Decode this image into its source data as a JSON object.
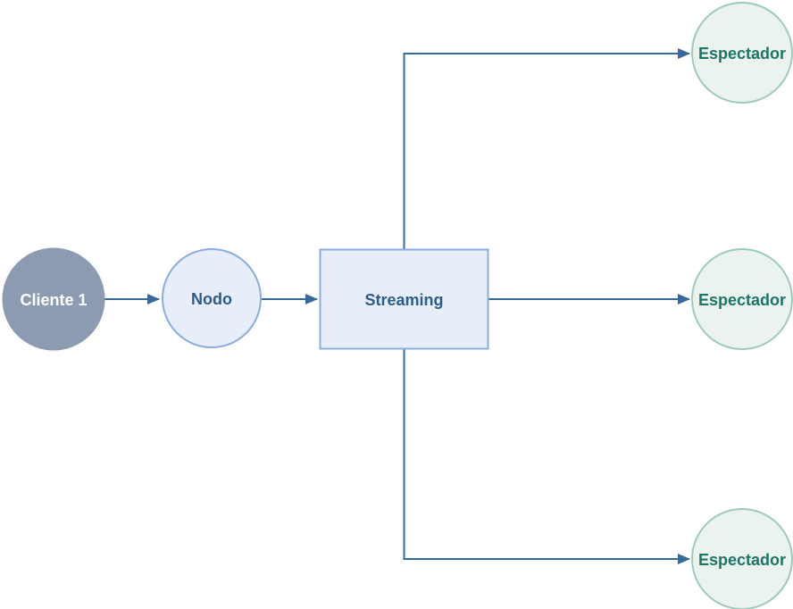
{
  "diagram": {
    "type": "flow-diagram",
    "background": "#ffffff",
    "nodes": {
      "cliente": {
        "label": "Cliente 1",
        "shape": "circle",
        "fill": "#8c9bb1",
        "text_color": "#ffffff"
      },
      "nodo": {
        "label": "Nodo",
        "shape": "circle",
        "fill": "#e8eef9",
        "stroke": "#8badde",
        "text_color": "#2e5c8a"
      },
      "streaming": {
        "label": "Streaming",
        "shape": "rectangle",
        "fill": "#e8eef9",
        "stroke": "#8badde",
        "text_color": "#2e5c8a"
      },
      "espectador_top": {
        "label": "Espectador",
        "shape": "circle",
        "fill": "#eaf3ee",
        "stroke": "#9fcaba",
        "text_color": "#1e7465"
      },
      "espectador_middle": {
        "label": "Espectador",
        "shape": "circle",
        "fill": "#eaf3ee",
        "stroke": "#9fcaba",
        "text_color": "#1e7465"
      },
      "espectador_bottom": {
        "label": "Espectador",
        "shape": "circle",
        "fill": "#eaf3ee",
        "stroke": "#9fcaba",
        "text_color": "#1e7465"
      }
    },
    "edges": [
      {
        "from": "cliente",
        "to": "nodo",
        "style": "straight-arrow"
      },
      {
        "from": "nodo",
        "to": "streaming",
        "style": "straight-arrow"
      },
      {
        "from": "streaming",
        "to": "espectador_top",
        "style": "orthogonal-arrow"
      },
      {
        "from": "streaming",
        "to": "espectador_middle",
        "style": "straight-arrow"
      },
      {
        "from": "streaming",
        "to": "espectador_bottom",
        "style": "orthogonal-arrow"
      }
    ],
    "edge_color": "#38699b"
  }
}
